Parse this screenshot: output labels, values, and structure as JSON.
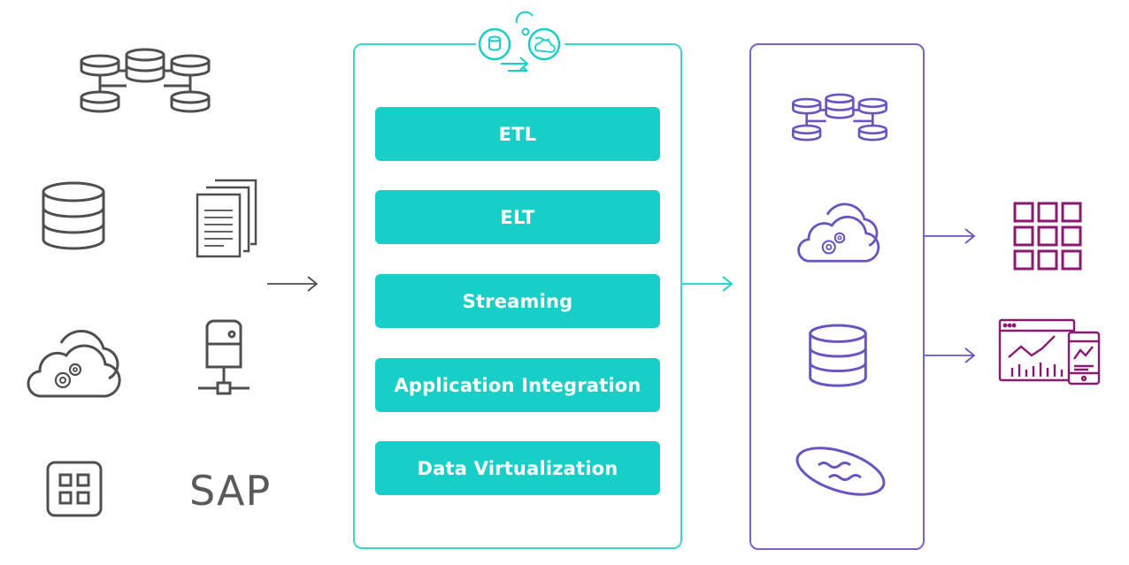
{
  "colors": {
    "source_gray": "#4f4f4f",
    "teal": "#17cfc6",
    "teal_border": "#3fd4cd",
    "purple": "#6a54c0",
    "magenta": "#8a1a6f"
  },
  "sources": {
    "icons": [
      "database-cluster-icon",
      "database-icon",
      "documents-icon",
      "cloud-gear-icon",
      "server-icon",
      "app-grid-icon"
    ],
    "sap_label": "SAP"
  },
  "integration": {
    "header_icons": [
      "database-badge-icon",
      "data-lake-badge-icon",
      "arrow-right-icon"
    ],
    "methods": [
      "ETL",
      "ELT",
      "Streaming",
      "Application Integration",
      "Data Virtualization"
    ]
  },
  "targets": {
    "icons": [
      "database-cluster-icon",
      "cloud-gear-icon",
      "database-icon",
      "data-lake-icon"
    ]
  },
  "consumers": {
    "icons": [
      "grid-table-icon",
      "analytics-dashboard-icon"
    ]
  }
}
